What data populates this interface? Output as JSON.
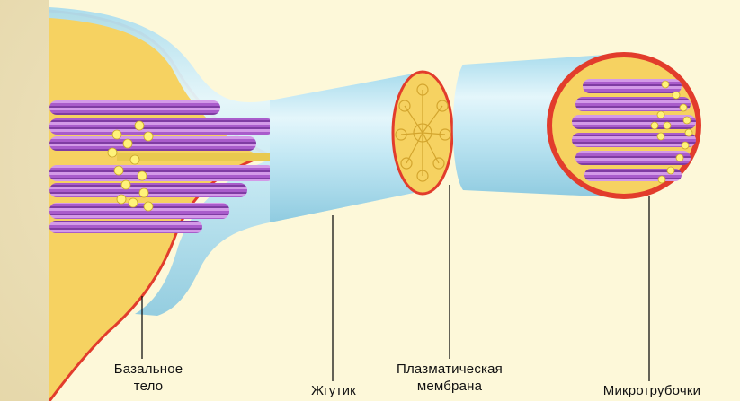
{
  "labels": {
    "basal_body": [
      "Базальное",
      "тело"
    ],
    "flagellum": "Жгутик",
    "plasma_membrane": [
      "Плазматическая",
      "мембрана"
    ],
    "microtubules": "Микротрубочки"
  },
  "colors": {
    "background_texture": "#e6d8ab",
    "panel": "#fdf8d9",
    "cytoplasm": "#f6d261",
    "membrane": "#e23c2c",
    "sheath": "#bfe7f4",
    "microtubule": "#b86ad6",
    "granule": "#fff37a"
  }
}
